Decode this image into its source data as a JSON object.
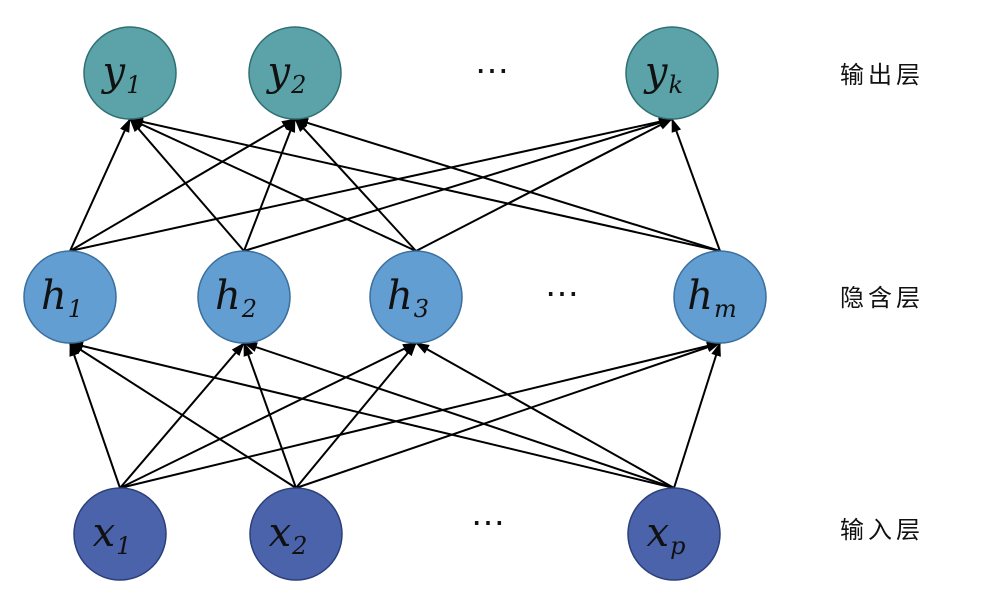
{
  "layers": {
    "output": {
      "label": "输出层",
      "fill": "#5ba3a8",
      "stroke": "#2f6f74",
      "nodes": [
        {
          "id": "y1",
          "main": "y",
          "sub": "1"
        },
        {
          "id": "y2",
          "main": "y",
          "sub": "2"
        },
        {
          "id": "yk",
          "main": "y",
          "sub": "k"
        }
      ],
      "ellipsis": "⋯"
    },
    "hidden": {
      "label": "隐含层",
      "fill": "#629ed2",
      "stroke": "#3a6f9e",
      "nodes": [
        {
          "id": "h1",
          "main": "h",
          "sub": "1"
        },
        {
          "id": "h2",
          "main": "h",
          "sub": "2"
        },
        {
          "id": "h3",
          "main": "h",
          "sub": "3"
        },
        {
          "id": "hm",
          "main": "h",
          "sub": "m"
        }
      ],
      "ellipsis": "⋯"
    },
    "input": {
      "label": "输入层",
      "fill": "#4a63aa",
      "stroke": "#2c3f7a",
      "nodes": [
        {
          "id": "x1",
          "main": "x",
          "sub": "1"
        },
        {
          "id": "x2",
          "main": "x",
          "sub": "2"
        },
        {
          "id": "xp",
          "main": "x",
          "sub": "p"
        }
      ],
      "ellipsis": "⋯"
    }
  },
  "connections": [
    [
      "x1",
      "h1"
    ],
    [
      "x1",
      "h2"
    ],
    [
      "x1",
      "h3"
    ],
    [
      "x1",
      "hm"
    ],
    [
      "x2",
      "h1"
    ],
    [
      "x2",
      "h2"
    ],
    [
      "x2",
      "h3"
    ],
    [
      "x2",
      "hm"
    ],
    [
      "xp",
      "h1"
    ],
    [
      "xp",
      "h2"
    ],
    [
      "xp",
      "h3"
    ],
    [
      "xp",
      "hm"
    ],
    [
      "h1",
      "y1"
    ],
    [
      "h1",
      "y2"
    ],
    [
      "h1",
      "yk"
    ],
    [
      "h2",
      "y1"
    ],
    [
      "h2",
      "y2"
    ],
    [
      "h2",
      "yk"
    ],
    [
      "h3",
      "y1"
    ],
    [
      "h3",
      "y2"
    ],
    [
      "h3",
      "yk"
    ],
    [
      "hm",
      "y1"
    ],
    [
      "hm",
      "y2"
    ],
    [
      "hm",
      "yk"
    ]
  ]
}
